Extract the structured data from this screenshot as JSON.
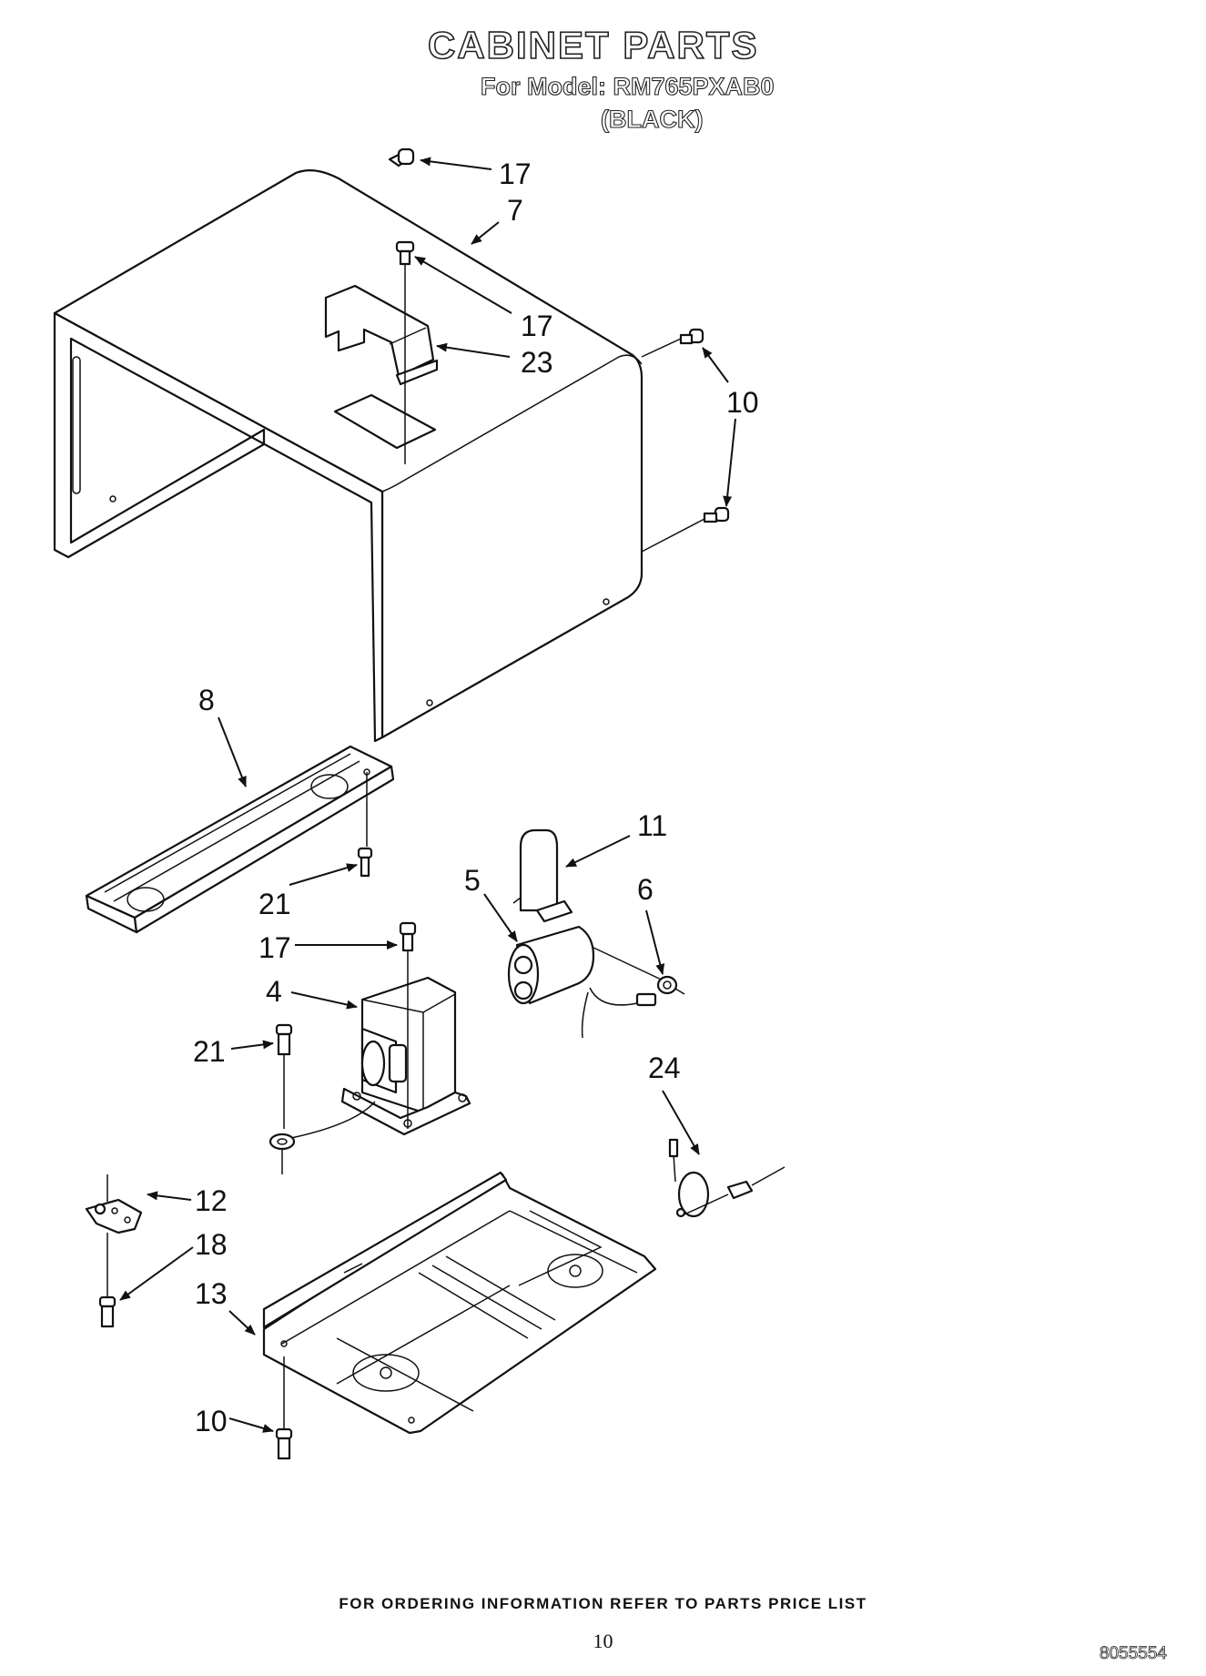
{
  "header": {
    "title": "CABINET PARTS",
    "model_line": "For Model: RM765PXAB0",
    "color_line": "(BLACK)"
  },
  "callouts": {
    "c17a": "17",
    "c7": "7",
    "c17b": "17",
    "c23": "23",
    "c10a": "10",
    "c8": "8",
    "c21a": "21",
    "c11": "11",
    "c5": "5",
    "c6": "6",
    "c17c": "17",
    "c4": "4",
    "c21b": "21",
    "c24": "24",
    "c12": "12",
    "c18": "18",
    "c13": "13",
    "c10b": "10"
  },
  "footer": {
    "ordering_note": "FOR ORDERING INFORMATION REFER TO PARTS PRICE LIST",
    "page_number": "10",
    "document_number": "8055554"
  }
}
